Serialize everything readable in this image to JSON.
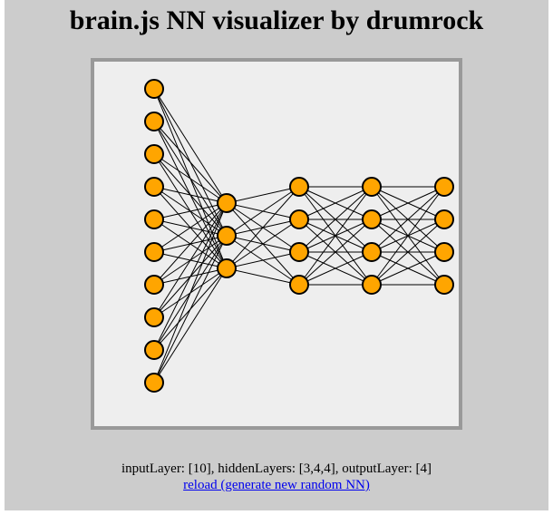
{
  "page": {
    "title": "brain.js NN visualizer by drumrock"
  },
  "network": {
    "layers": [
      10,
      3,
      4,
      4,
      4
    ],
    "node_color": "#ffa500",
    "node_stroke": "#000000",
    "canvas_background": "#eeeeee",
    "canvas_border": "#999999"
  },
  "info": {
    "description": "inputLayer: [10], hiddenLayers: [3,4,4], outputLayer: [4]",
    "reload_link": "reload (generate new random NN)"
  }
}
